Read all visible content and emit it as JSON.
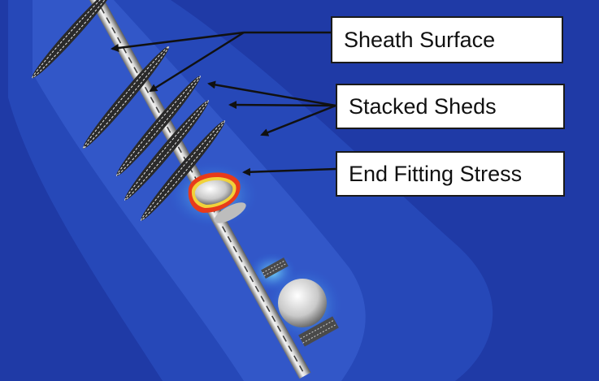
{
  "labels": {
    "sheath_surface": "Sheath Surface",
    "stacked_sheds": "Stacked Sheds",
    "end_fitting_stress": "End Fitting Stress"
  },
  "colors": {
    "field_background": "#1f3aa6",
    "arrow": "#111111",
    "hotspot": "#e83a1a"
  }
}
